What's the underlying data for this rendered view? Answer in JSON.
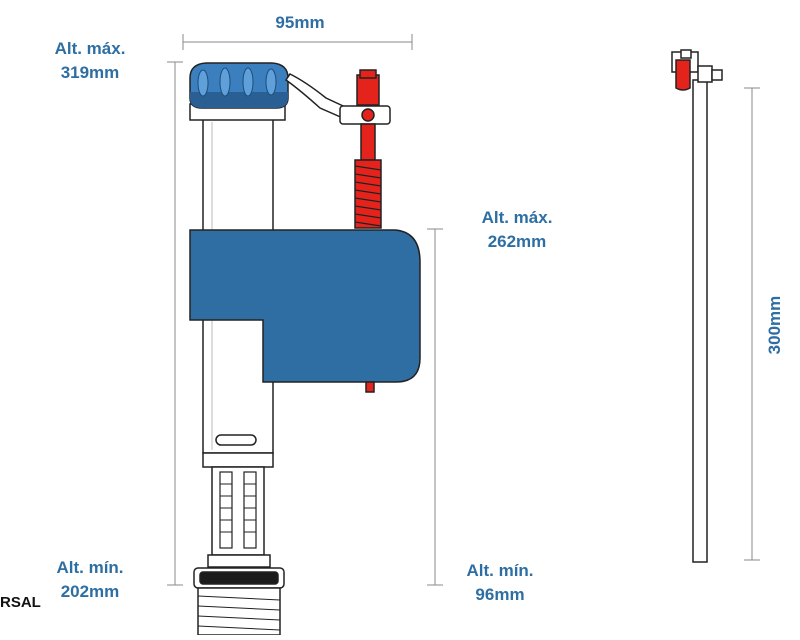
{
  "dimensions": {
    "width_label": "95mm",
    "max_height_left_line1": "Alt. máx.",
    "max_height_left_line2": "319mm",
    "min_height_left_line1": "Alt. mín.",
    "min_height_left_line2": "202mm",
    "max_height_right_line1": "Alt. máx.",
    "max_height_right_line2": "262mm",
    "min_height_right_line1": "Alt. mín.",
    "min_height_right_line2": "96mm",
    "rod_length": "300mm"
  },
  "brand_fragment": "RSAL",
  "colors": {
    "dimension_text": "#2d6ea3",
    "float_blue": "#2f6ea3",
    "cap_blue": "#3b7fbf",
    "rod_red": "#e4231c",
    "outline": "#222222"
  }
}
